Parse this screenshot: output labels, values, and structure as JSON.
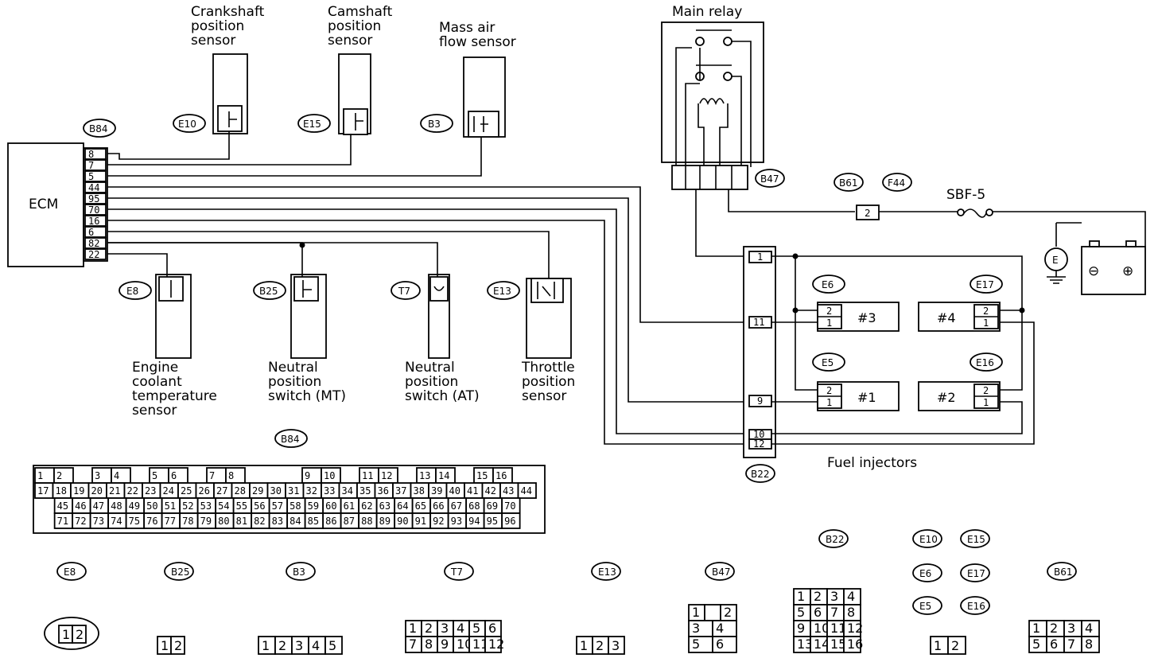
{
  "ecm": {
    "label": "ECM",
    "connector": "B84",
    "pins": [
      "8",
      "7",
      "5",
      "44",
      "95",
      "70",
      "16",
      "6",
      "82",
      "22"
    ]
  },
  "sensors": [
    {
      "id": "crank",
      "lines": [
        "Crankshaft",
        "position",
        "sensor"
      ],
      "connector": "E10"
    },
    {
      "id": "cam",
      "lines": [
        "Camshaft",
        "position",
        "sensor"
      ],
      "connector": "E15"
    },
    {
      "id": "maf",
      "lines": [
        "Mass air",
        "flow sensor"
      ],
      "connector": "B3"
    },
    {
      "id": "ect",
      "lines": [
        "Engine",
        "coolant",
        "temperature",
        "sensor"
      ],
      "connector": "E8"
    },
    {
      "id": "npsmt",
      "lines": [
        "Neutral",
        "position",
        "switch (MT)"
      ],
      "connector": "B25"
    },
    {
      "id": "npsat",
      "lines": [
        "Neutral",
        "position",
        "switch (AT)"
      ],
      "connector": "T7"
    },
    {
      "id": "tps",
      "lines": [
        "Throttle",
        "position",
        "sensor"
      ],
      "connector": "E13"
    }
  ],
  "relay": {
    "label": "Main relay",
    "connector": "B47"
  },
  "fuse": {
    "conn1": "B61",
    "conn2": "F44",
    "label": "SBF-5",
    "pin": "2"
  },
  "battery": {
    "ground_symbol": "E",
    "minus": "⊖",
    "plus": "⊕"
  },
  "injectors": {
    "label": "Fuel injectors",
    "connector": "B22",
    "b22_pins": [
      "1",
      "11",
      "9",
      "10",
      "12"
    ],
    "items": [
      {
        "name": "#3",
        "connector": "E6"
      },
      {
        "name": "#4",
        "connector": "E17"
      },
      {
        "name": "#1",
        "connector": "E5"
      },
      {
        "name": "#2",
        "connector": "E16"
      }
    ],
    "pin_top": "2",
    "pin_bot": "1"
  },
  "b84_connector": {
    "label": "B84",
    "row1": [
      "1",
      "2",
      "",
      "3",
      "4",
      "",
      "5",
      "6",
      "",
      "7",
      "8",
      "",
      "",
      "",
      "9",
      "10",
      "",
      "11",
      "12",
      "",
      "13",
      "14",
      "",
      "15",
      "16"
    ],
    "row2": [
      "17",
      "18",
      "19",
      "20",
      "21",
      "22",
      "23",
      "24",
      "25",
      "26",
      "27",
      "28",
      "29",
      "30",
      "31",
      "32",
      "33",
      "34",
      "35",
      "36",
      "37",
      "38",
      "39",
      "40",
      "41",
      "42",
      "43",
      "44"
    ],
    "row3": [
      "45",
      "46",
      "47",
      "48",
      "49",
      "50",
      "51",
      "52",
      "53",
      "54",
      "55",
      "56",
      "57",
      "58",
      "59",
      "60",
      "61",
      "62",
      "63",
      "64",
      "65",
      "66",
      "67",
      "68",
      "69",
      "70"
    ],
    "row4": [
      "71",
      "72",
      "73",
      "74",
      "75",
      "76",
      "77",
      "78",
      "79",
      "80",
      "81",
      "82",
      "83",
      "84",
      "85",
      "86",
      "87",
      "88",
      "89",
      "90",
      "91",
      "92",
      "93",
      "94",
      "95",
      "96"
    ]
  },
  "connector_views": [
    {
      "id": "E8",
      "cells": [
        "1",
        "2"
      ]
    },
    {
      "id": "B25",
      "cells": [
        "1",
        "2"
      ]
    },
    {
      "id": "B3",
      "cells": [
        "1",
        "2",
        "3",
        "4",
        "5"
      ]
    },
    {
      "id": "T7",
      "cells": [
        "1",
        "2",
        "3",
        "4",
        "5",
        "6",
        "7",
        "8",
        "9",
        "10",
        "11",
        "12"
      ]
    },
    {
      "id": "E13",
      "cells": [
        "1",
        "2",
        "3"
      ]
    },
    {
      "id": "B47",
      "cells": [
        "1",
        "2",
        "3",
        "4",
        "5",
        "6"
      ]
    },
    {
      "id": "B22",
      "cells": [
        "1",
        "2",
        "3",
        "4",
        "5",
        "6",
        "7",
        "8",
        "9",
        "10",
        "11",
        "12",
        "13",
        "14",
        "15",
        "16"
      ]
    },
    {
      "id": "E10",
      "cells": []
    },
    {
      "id": "E15",
      "cells": []
    },
    {
      "id": "E6",
      "cells": []
    },
    {
      "id": "E17",
      "cells": []
    },
    {
      "id": "E5",
      "cells": []
    },
    {
      "id": "E16",
      "cells": [
        "1",
        "2"
      ]
    },
    {
      "id": "B61",
      "cells": [
        "1",
        "2",
        "3",
        "4",
        "5",
        "6",
        "7",
        "8"
      ]
    }
  ]
}
